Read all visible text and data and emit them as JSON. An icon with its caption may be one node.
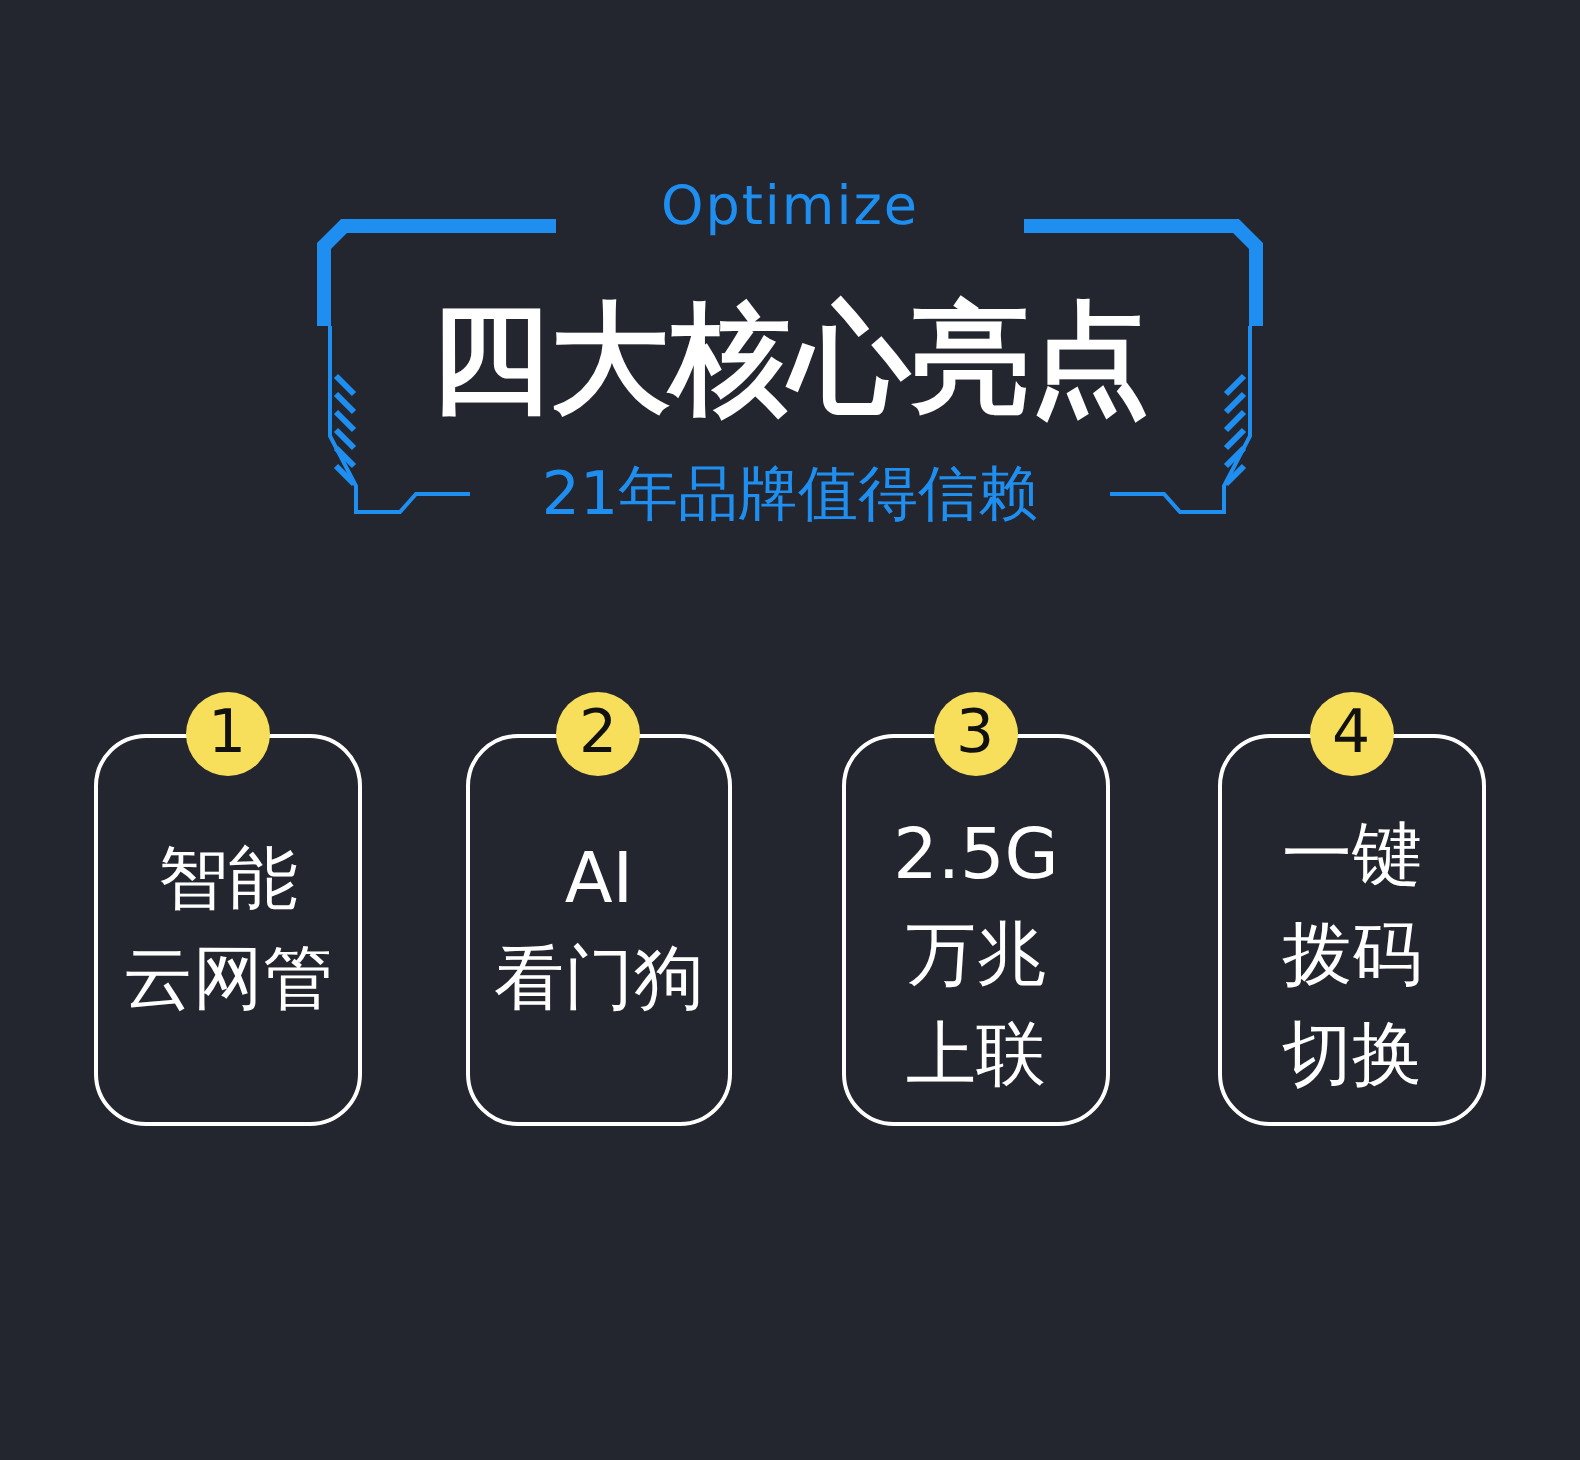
{
  "diagram": {
    "title": "四大核心亮点",
    "nodes": [
      {
        "text": [
          "1",
          "智能云网管"
        ]
      },
      {
        "text": [
          "2",
          "AI看门狗"
        ]
      },
      {
        "text": [
          "3",
          "2.5G万兆上联"
        ]
      },
      {
        "text": [
          "4",
          "一键拨码切换"
        ]
      }
    ],
    "labels": [
      "Optimize",
      "21年品牌值得信赖"
    ]
  }
}
